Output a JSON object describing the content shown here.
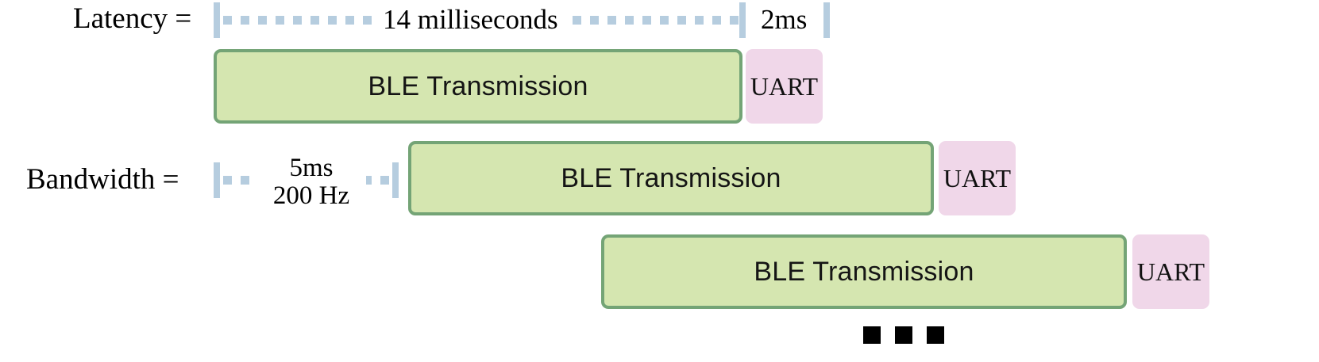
{
  "diagram": {
    "title": "BLE latency and bandwidth timing diagram",
    "colors": {
      "ble_fill": "#d5e6b0",
      "ble_border": "#74a476",
      "uart_fill": "#f0d7e9",
      "measure_rule": "#b6cddf",
      "text": "#000000",
      "background": "#ffffff"
    }
  },
  "rows": [
    {
      "label": "Latency =",
      "measure": {
        "segments": [
          {
            "text": "14 milliseconds"
          },
          {
            "text": "2ms"
          }
        ]
      },
      "blocks": [
        {
          "kind": "ble",
          "label": "BLE Transmission"
        },
        {
          "kind": "uart",
          "label": "UART"
        }
      ]
    },
    {
      "label": "Bandwidth =",
      "measure": {
        "segments": [
          {
            "text": "5ms",
            "text2": "200 Hz"
          }
        ]
      },
      "blocks": [
        {
          "kind": "ble",
          "label": "BLE Transmission"
        },
        {
          "kind": "uart",
          "label": "UART"
        }
      ]
    },
    {
      "label": "",
      "blocks": [
        {
          "kind": "ble",
          "label": "BLE Transmission"
        },
        {
          "kind": "uart",
          "label": "UART"
        }
      ]
    }
  ],
  "continuation": {
    "name": "ellipsis",
    "count": 3
  }
}
